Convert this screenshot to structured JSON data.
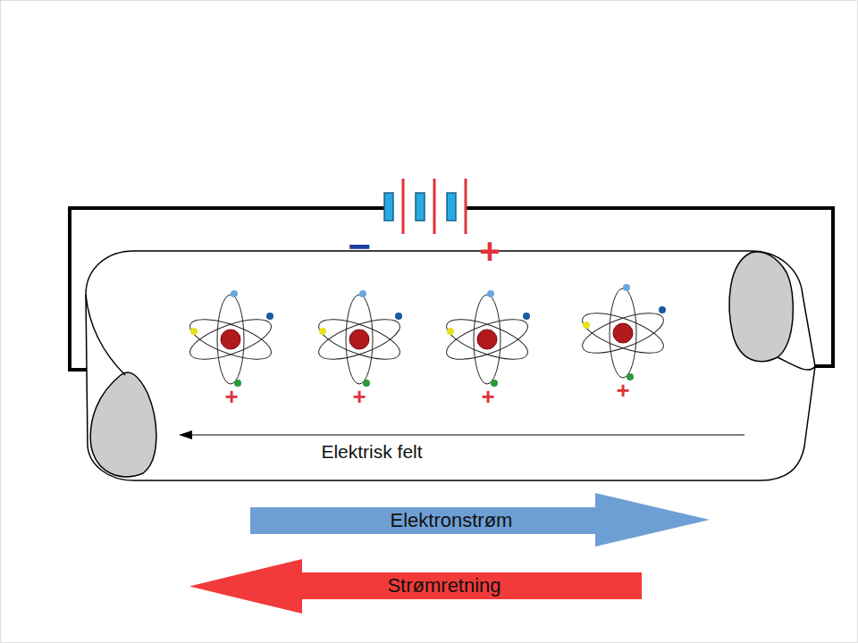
{
  "diagram": {
    "nodes": [
      {
        "text": [
          "Elektronstrøm"
        ]
      },
      {
        "text": [
          "Strømretning"
        ]
      }
    ],
    "labels": [
      "−",
      "+",
      "+",
      "+",
      "+",
      "+",
      "Elektrisk felt"
    ]
  }
}
